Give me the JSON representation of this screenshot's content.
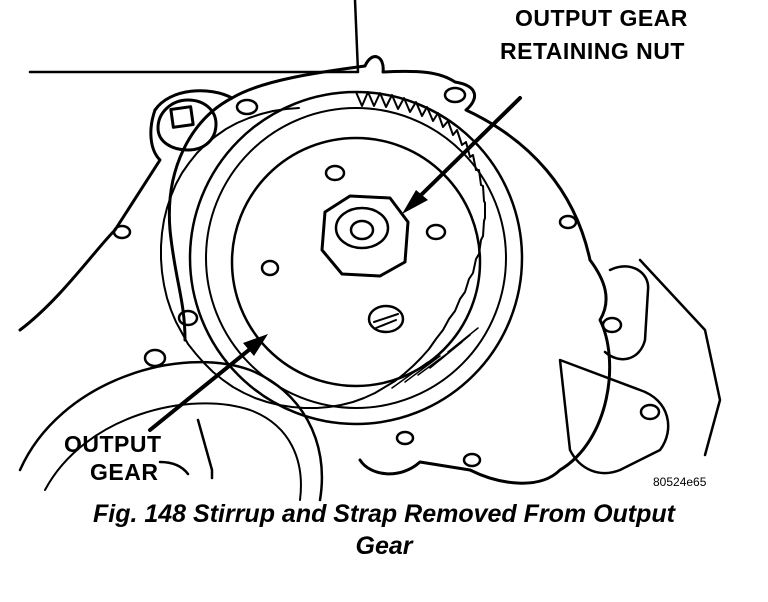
{
  "callouts": {
    "retaining_nut": {
      "line1": "OUTPUT GEAR",
      "line2": "RETAINING NUT"
    },
    "output_gear": {
      "line1": "OUTPUT",
      "line2": "GEAR"
    }
  },
  "reference_code": "80524e65",
  "caption": {
    "line1": "Fig. 148 Stirrup and Strap Removed From Output",
    "line2": "Gear"
  },
  "colors": {
    "ink": "#000000",
    "paper": "#ffffff"
  }
}
